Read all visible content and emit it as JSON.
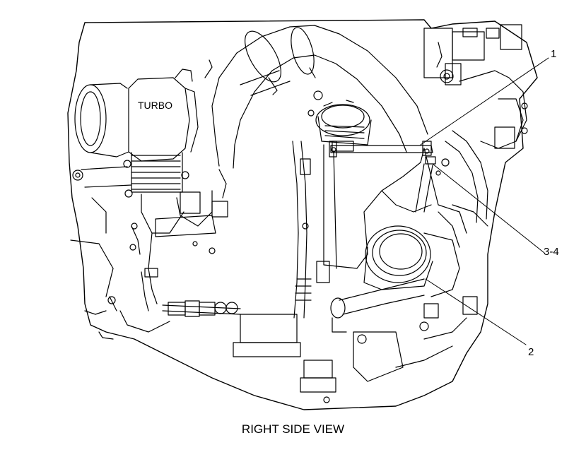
{
  "diagram": {
    "caption": "RIGHT SIDE VIEW",
    "component_label": "TURBO",
    "callouts": [
      {
        "id": "1",
        "label": "1"
      },
      {
        "id": "3-4",
        "label": "3-4"
      },
      {
        "id": "2",
        "label": "2"
      }
    ]
  },
  "colors": {
    "line": "#000000",
    "background": "#ffffff"
  }
}
